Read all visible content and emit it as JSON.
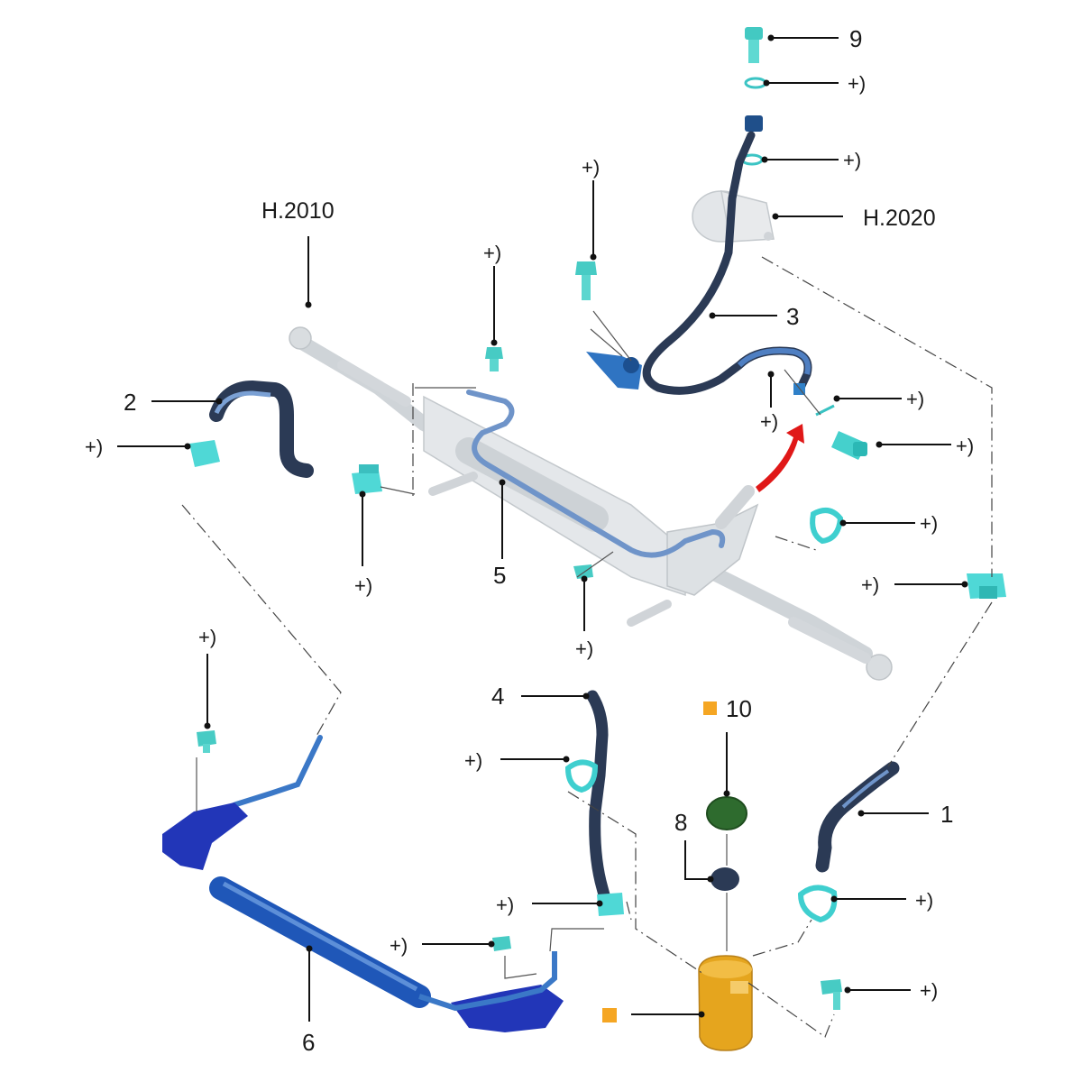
{
  "labels": {
    "part1": "1",
    "part2": "2",
    "part3": "3",
    "part4": "4",
    "part5": "5",
    "part6": "6",
    "part8": "8",
    "part9": "9",
    "part10": "10",
    "ref_h2010": "H.2010",
    "ref_h2020": "H.2020",
    "plus_note": "+)"
  },
  "colors": {
    "rack": "#dfe3e6",
    "hose_dark": "#2b3a55",
    "hose_light": "#5a86c5",
    "clamp": "#4fd8d6",
    "cooler": "#1f57b8",
    "bracket": "#2236b8",
    "reservoir": "#e5a51e",
    "filter_cap": "#2e6b2e",
    "marker": "#f5a623",
    "arrow": "#e01818"
  },
  "icons": {
    "marker": "orange-square-marker",
    "direction": "red-curved-arrow"
  }
}
